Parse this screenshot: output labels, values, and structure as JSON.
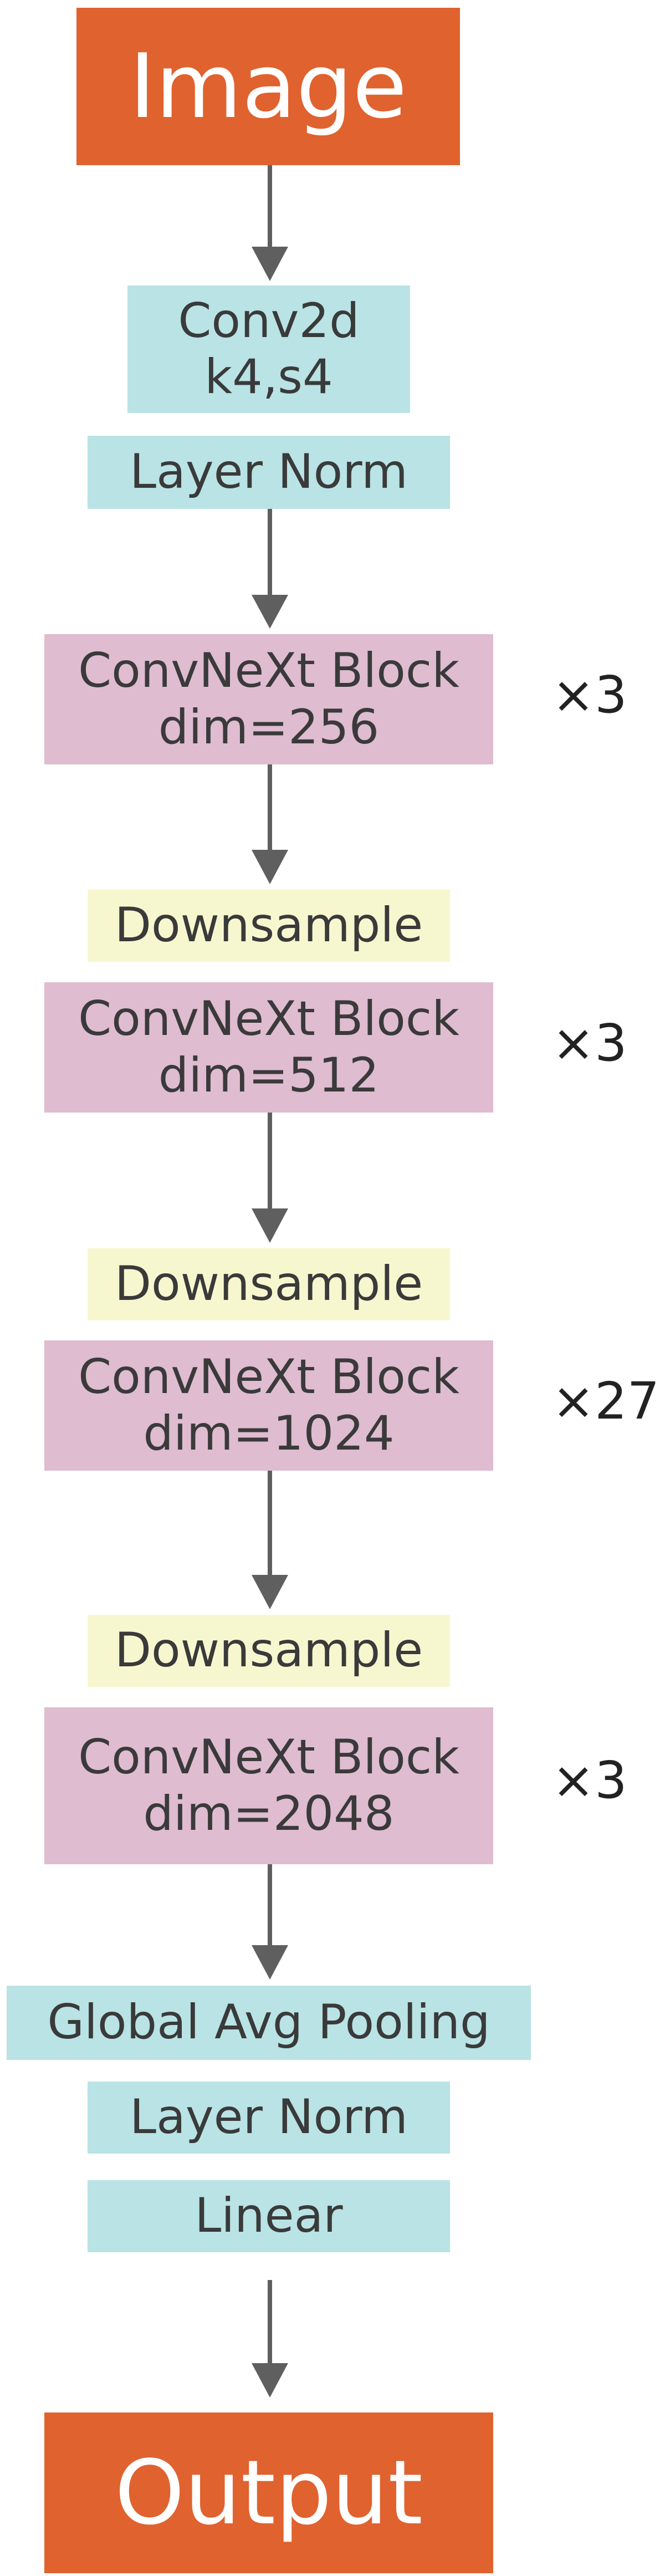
{
  "diagram": {
    "input": "Image",
    "output": "Output",
    "stem": {
      "conv_label": "Conv2d",
      "conv_params": "k4,s4",
      "norm": "Layer Norm"
    },
    "stages": [
      {
        "block_label": "ConvNeXt Block",
        "dim": "dim=256",
        "repeat": "×3"
      },
      {
        "downsample": "Downsample",
        "block_label": "ConvNeXt Block",
        "dim": "dim=512",
        "repeat": "×3"
      },
      {
        "downsample": "Downsample",
        "block_label": "ConvNeXt Block",
        "dim": "dim=1024",
        "repeat": "×27"
      },
      {
        "downsample": "Downsample",
        "block_label": "ConvNeXt Block",
        "dim": "dim=2048",
        "repeat": "×3"
      }
    ],
    "head": {
      "pooling": "Global Avg Pooling",
      "norm": "Layer Norm",
      "linear": "Linear"
    }
  },
  "colors": {
    "terminal": "#e0622f",
    "cyan": "#b9e3e5",
    "pink": "#dfbcd0",
    "yellow": "#f6f7cf",
    "arrow": "#5f5f5f"
  }
}
